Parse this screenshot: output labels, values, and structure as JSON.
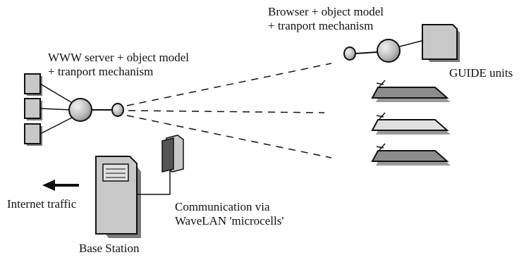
{
  "labels": {
    "server_line1": "WWW server + object model",
    "server_line2": "+ tranport mechanism",
    "browser_line1": "Browser + object model",
    "browser_line2": "+ tranport mechanism",
    "guide_units": "GUIDE units",
    "internet_traffic": "Internet traffic",
    "communication_line1": "Communication via",
    "communication_line2": "WaveLAN 'microcells'",
    "base_station": "Base Station"
  },
  "colors": {
    "line": "#111111",
    "fill_gray": "#c8c8c8",
    "fill_light": "#e0e0e0",
    "fill_dark": "#7a7a7a",
    "shadow": "#9a9a9a",
    "background": "#ffffff"
  }
}
